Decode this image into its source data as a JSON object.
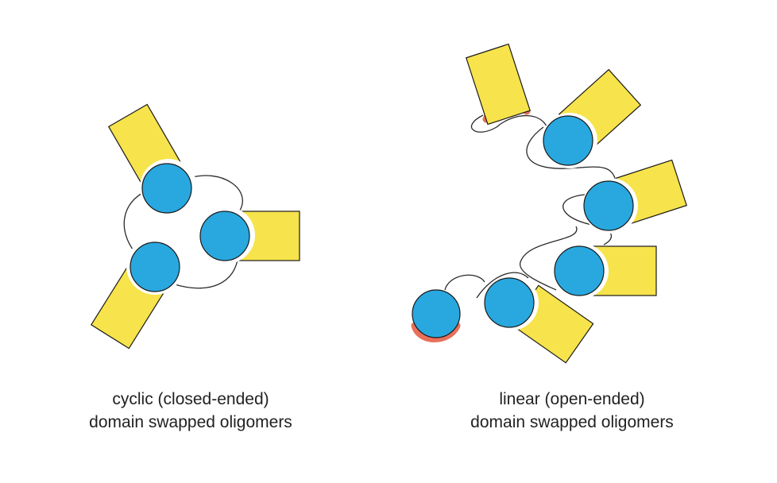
{
  "colors": {
    "domain_yellow": "#F7E34B",
    "domain_blue": "#29A8DF",
    "open_end_red": "#E8705A",
    "linker": "#2a2a2a",
    "text": "#222222"
  },
  "captions": {
    "cyclic": {
      "line1": "cyclic (closed-ended)",
      "line2": "domain swapped oligomers"
    },
    "linear": {
      "line1": "linear (open-ended)",
      "line2": "domain swapped oligomers"
    }
  }
}
